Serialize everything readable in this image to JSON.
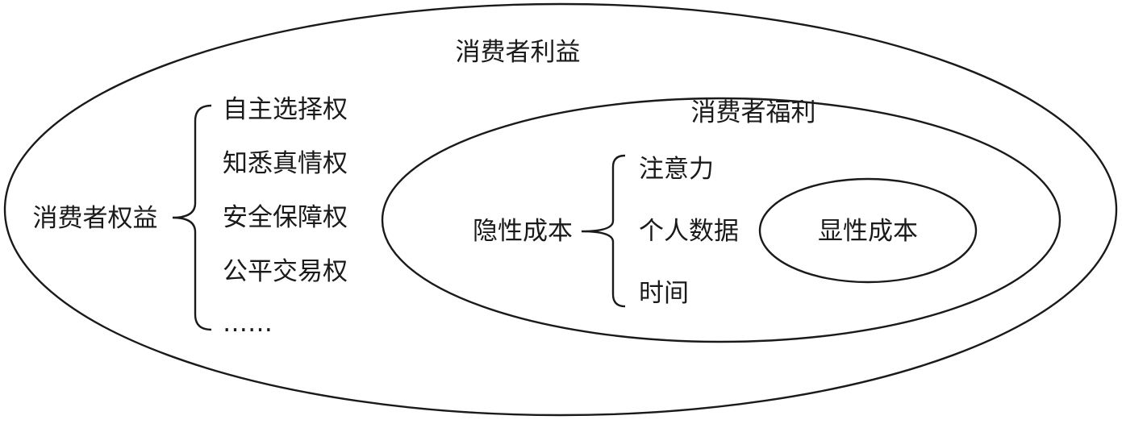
{
  "outer": {
    "title": "消费者利益"
  },
  "rights": {
    "label": "消费者权益",
    "items": [
      "自主选择权",
      "知悉真情权",
      "安全保障权",
      "公平交易权",
      "……"
    ]
  },
  "welfare": {
    "title": "消费者福利",
    "hidden_cost": {
      "label": "隐性成本",
      "items": [
        "注意力",
        "个人数据",
        "时间"
      ]
    },
    "explicit_cost": {
      "label": "显性成本"
    }
  },
  "colors": {
    "stroke": "#1a1a1a",
    "text": "#1a1a1a",
    "background": "#ffffff"
  }
}
